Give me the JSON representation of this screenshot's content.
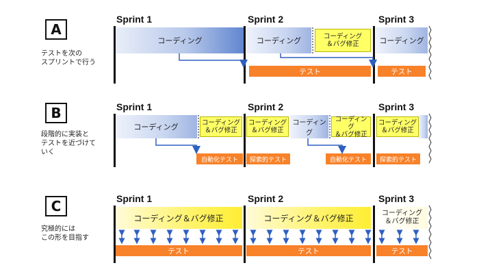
{
  "rows": [
    {
      "badge": "A",
      "description": "テストを次の\nスプリントで行う",
      "sprints": [
        "Sprint 1",
        "Sprint 2",
        "Sprint 3"
      ],
      "coding": "コーディング",
      "coding_bugfix": "コーディング\n＆バグ修正",
      "test": "テスト"
    },
    {
      "badge": "B",
      "description": "段階的に実装と\nテストを近づけて\nいく",
      "sprints": [
        "Sprint 1",
        "Sprint 2",
        "Sprint 3"
      ],
      "coding": "コーディング",
      "coding_bugfix": "コーディング\n＆バグ修正",
      "auto_test": "自動化テスト",
      "exploratory_test": "探索的テスト"
    },
    {
      "badge": "C",
      "description": "究極的には\nこの形を目指す",
      "sprints": [
        "Sprint 1",
        "Sprint 2",
        "Sprint 3"
      ],
      "coding_bugfix_long": "コーディング＆バグ修正",
      "coding_bugfix": "コーディング\n＆バグ修正",
      "test": "テスト"
    }
  ],
  "colors": {
    "coding_blue": "#5f84cf",
    "coding_yellow": "#ffff66",
    "test_orange": "#f7822a",
    "arrow_blue": "#2f5fc0"
  }
}
